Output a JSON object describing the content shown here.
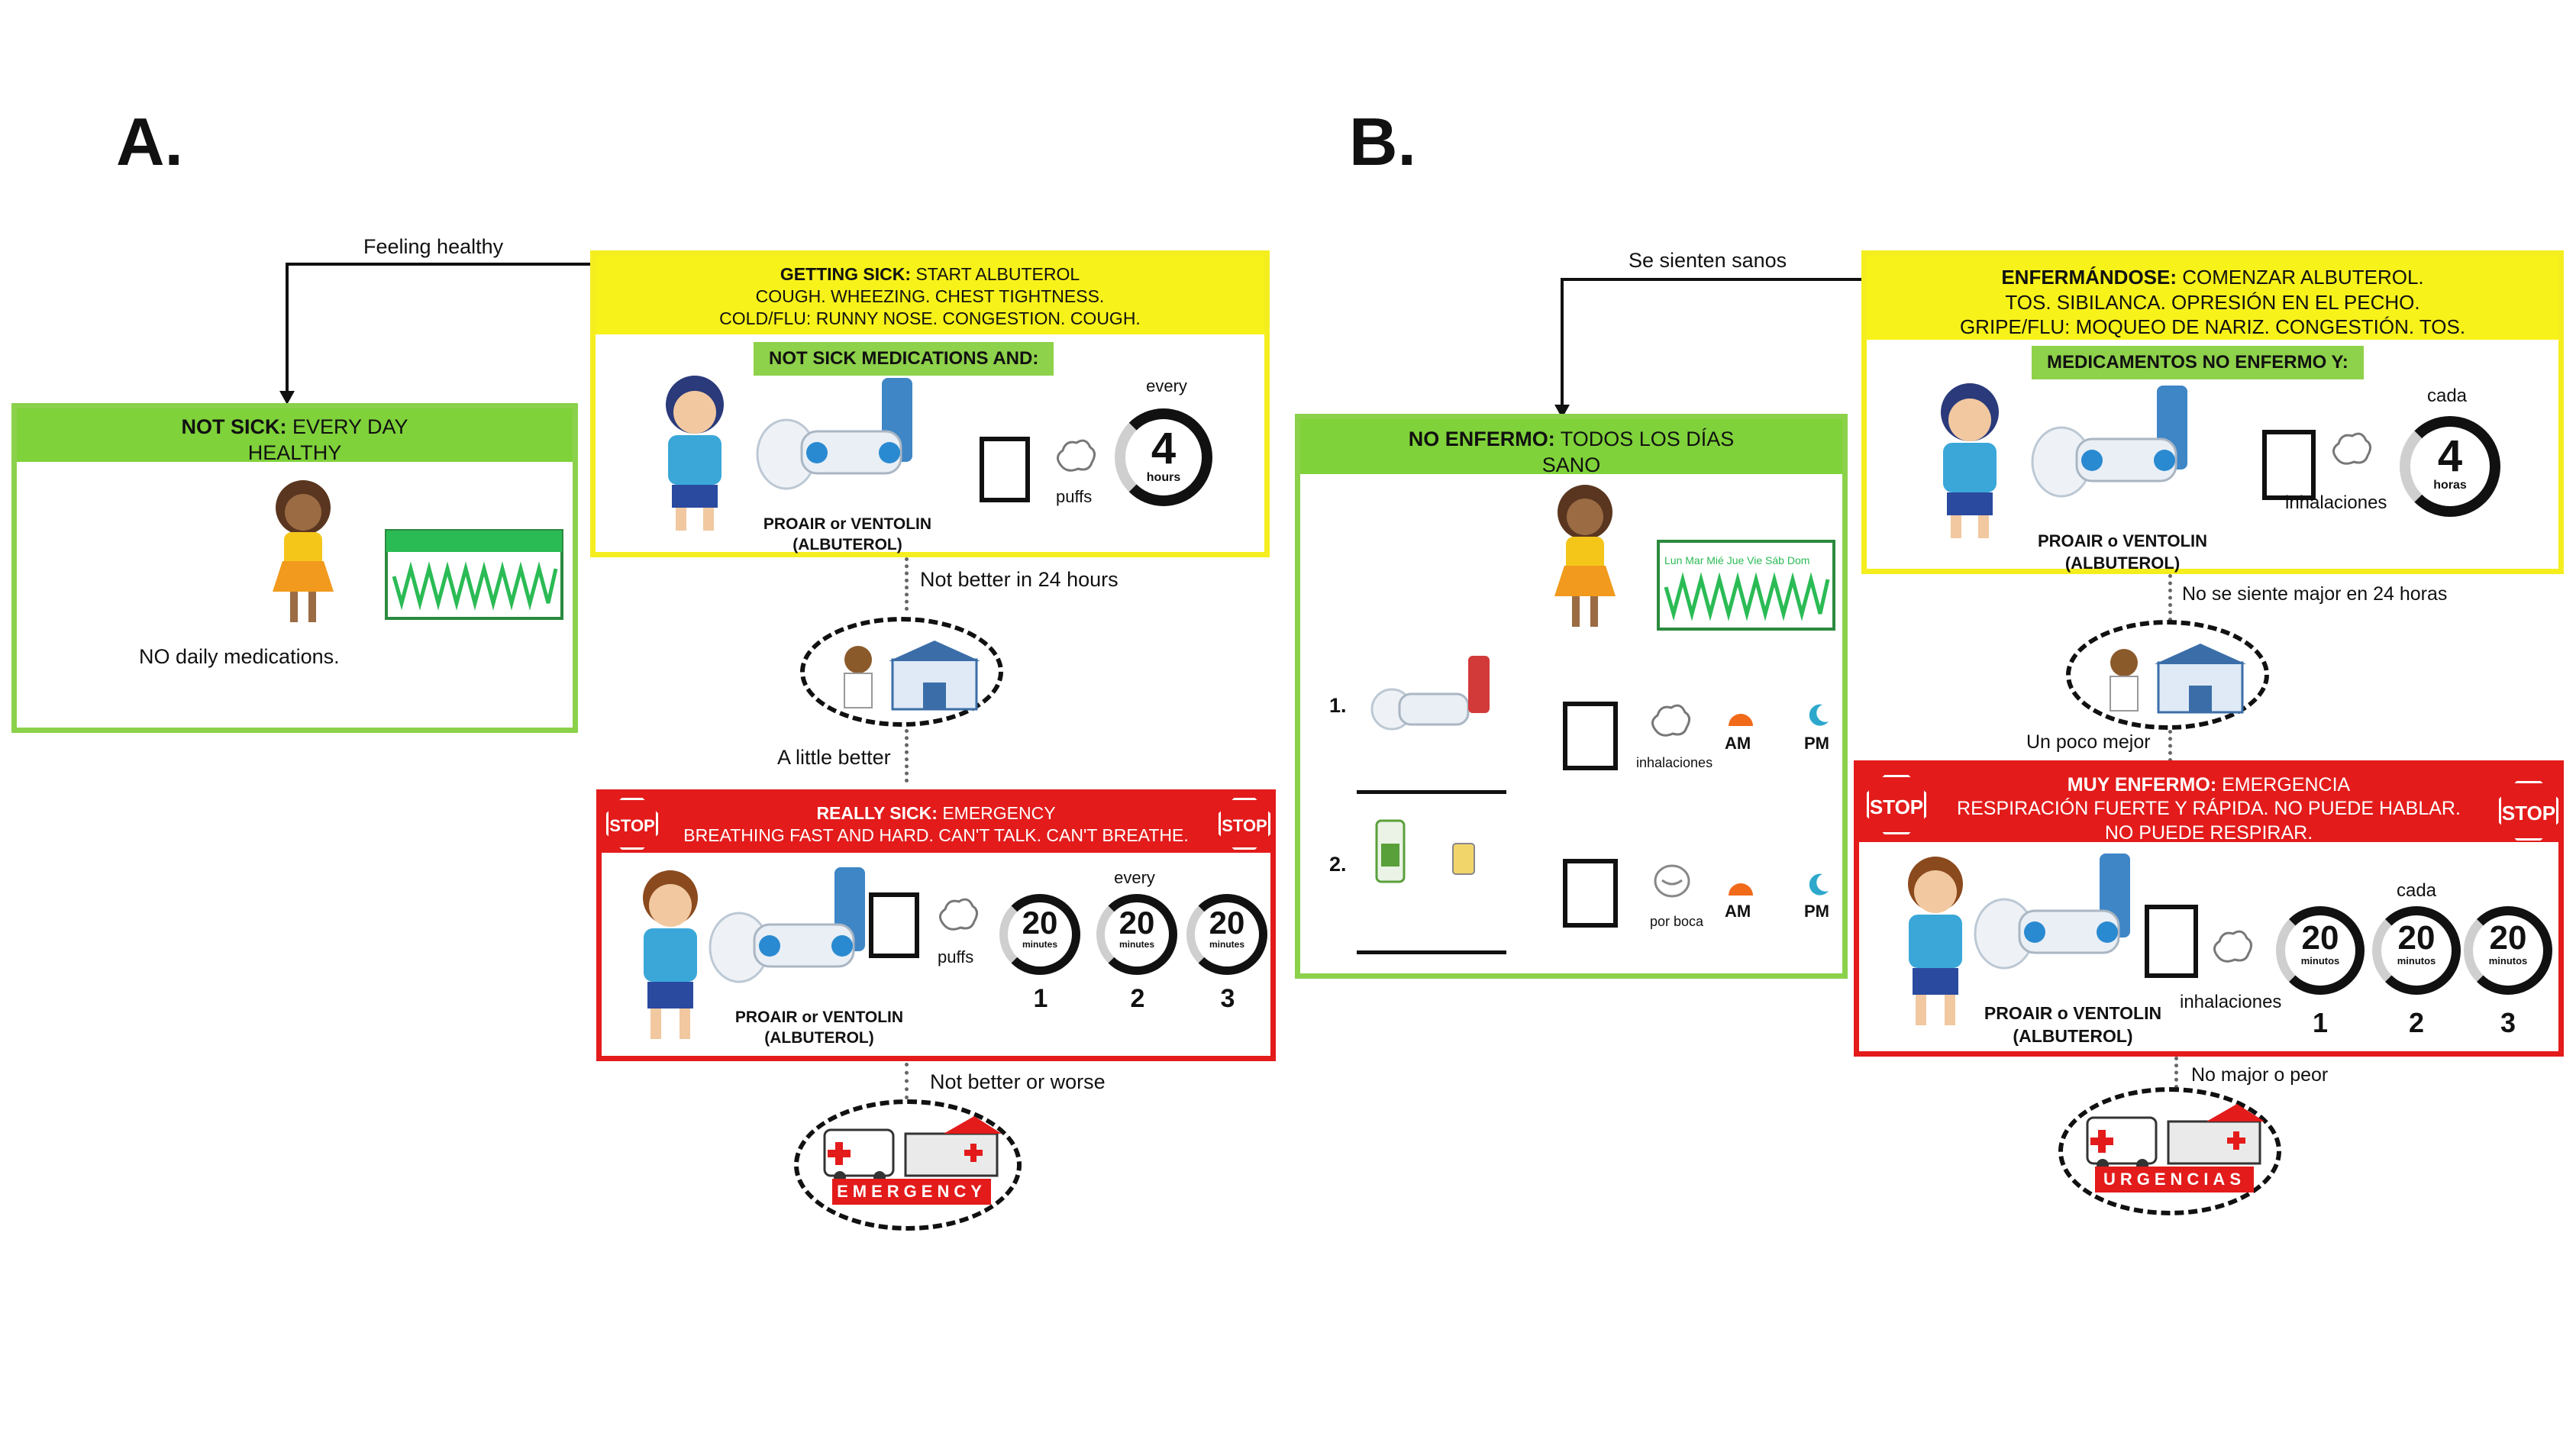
{
  "panels": {
    "a": "A.",
    "b": "B."
  },
  "a": {
    "feeling_healthy": "Feeling healthy",
    "not_sick": {
      "title_bold": "NOT SICK:",
      "title_rest": "EVERY DAY",
      "line2": "HEALTHY",
      "note": "NO daily medications."
    },
    "getting_sick": {
      "title_bold": "GETTING SICK:",
      "title_rest": "START ALBUTEROL",
      "line2": "COUGH. WHEEZING. CHEST TIGHTNESS.",
      "line3": "COLD/FLU: RUNNY NOSE. CONGESTION. COUGH.",
      "sub": "NOT SICK MEDICATIONS AND:",
      "every": "every",
      "puffs": "puffs",
      "timer_num": "4",
      "timer_unit": "hours",
      "med_label1": "PROAIR or VENTOLIN",
      "med_label2": "(ALBUTEROL)"
    },
    "not_better_24": "Not better in 24 hours",
    "a_little_better": "A little better",
    "really_sick": {
      "title_bold": "REALLY SICK:",
      "title_rest": "EMERGENCY",
      "line2": "BREATHING FAST AND HARD. CAN'T TALK. CAN'T BREATHE.",
      "stop": "STOP",
      "every": "every",
      "puffs": "puffs",
      "timer_num": "20",
      "timer_unit": "minutes",
      "n1": "1",
      "n2": "2",
      "n3": "3",
      "med_label1": "PROAIR or VENTOLIN",
      "med_label2": "(ALBUTEROL)"
    },
    "not_better_or_worse": "Not better or worse",
    "emergency": "EMERGENCY"
  },
  "b": {
    "feeling_healthy": "Se sienten sanos",
    "not_sick": {
      "title_bold": "NO ENFERMO:",
      "title_rest": "TODOS LOS DÍAS",
      "line2": "SANO",
      "n1": "1.",
      "n2": "2.",
      "inhal": "inhalaciones",
      "por_boca": "por boca",
      "am": "AM",
      "pm": "PM",
      "days": "Lun Mar Mié Jue Vie Sáb Dom"
    },
    "getting_sick": {
      "title_bold": "ENFERMÁNDOSE:",
      "title_rest": "COMENZAR ALBUTEROL.",
      "line2": "TOS. SIBILANCA. OPRESIÓN EN EL PECHO.",
      "line3": "GRIPE/FLU: MOQUEO DE NARIZ. CONGESTIÓN. TOS.",
      "sub": "MEDICAMENTOS NO ENFERMO Y:",
      "every": "cada",
      "puffs": "inhalaciones",
      "timer_num": "4",
      "timer_unit": "horas",
      "med_label1": "PROAIR o VENTOLIN",
      "med_label2": "(ALBUTEROL)"
    },
    "not_better_24": "No se siente major en 24 horas",
    "a_little_better": "Un poco mejor",
    "really_sick": {
      "title_bold": "MUY ENFERMO:",
      "title_rest": "EMERGENCIA",
      "line2": "RESPIRACIÓN FUERTE Y RÁPIDA. NO PUEDE HABLAR.",
      "line3": "NO PUEDE RESPIRAR.",
      "stop": "STOP",
      "every": "cada",
      "puffs": "inhalaciones",
      "timer_num": "20",
      "timer_unit": "minutos",
      "n1": "1",
      "n2": "2",
      "n3": "3",
      "med_label1": "PROAIR o VENTOLIN",
      "med_label2": "(ALBUTEROL)"
    },
    "not_better_or_worse": "No major o peor",
    "emergency": "URGENCIAS"
  },
  "colors": {
    "green": "#7fd23a",
    "yellow": "#f7f21a",
    "red": "#e31b1b"
  }
}
